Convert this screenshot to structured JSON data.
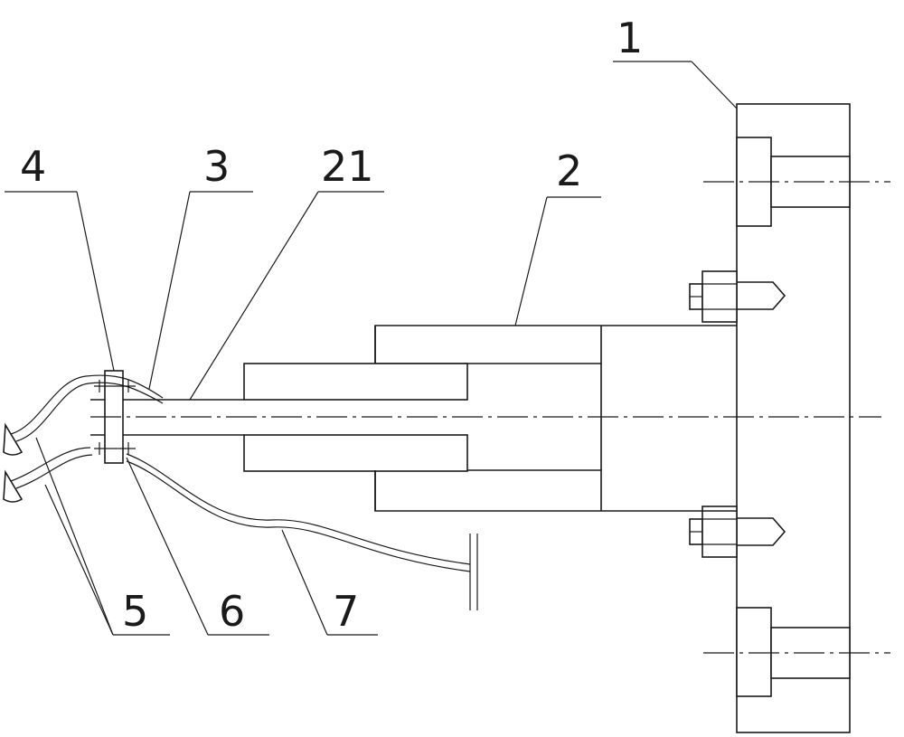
{
  "labels": [
    {
      "id": "part-1",
      "text": "1"
    },
    {
      "id": "part-2",
      "text": "2"
    },
    {
      "id": "part-21",
      "text": "21"
    },
    {
      "id": "part-3",
      "text": "3"
    },
    {
      "id": "part-4",
      "text": "4"
    },
    {
      "id": "part-5",
      "text": "5"
    },
    {
      "id": "part-6",
      "text": "6"
    },
    {
      "id": "part-7",
      "text": "7"
    }
  ],
  "colors": {
    "ink": "#1a1a1a",
    "background": "#ffffff"
  }
}
